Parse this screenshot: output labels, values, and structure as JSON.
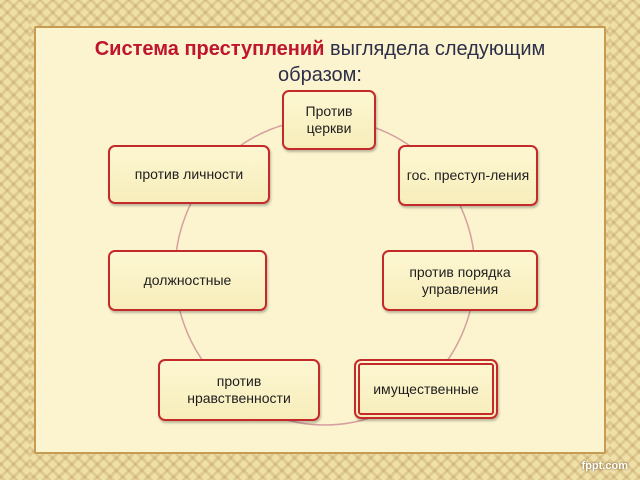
{
  "title": {
    "accent": "Система преступлений",
    "rest": " выглядела следующим образом:"
  },
  "nodes": [
    {
      "id": "church",
      "label": "Против церкви"
    },
    {
      "id": "state",
      "label": "гос. преступ-ления"
    },
    {
      "id": "order",
      "label": "против порядка управления"
    },
    {
      "id": "property",
      "label": "имущественные"
    },
    {
      "id": "morality",
      "label": "против нравственности"
    },
    {
      "id": "official",
      "label": "должностные"
    },
    {
      "id": "person",
      "label": "против личности"
    }
  ],
  "colors": {
    "background": "#fbf4cf",
    "node_border": "#c42a2a",
    "accent_text": "#c0152f",
    "cycle_line": "#d6a0a0"
  },
  "footer": "fppt.com"
}
